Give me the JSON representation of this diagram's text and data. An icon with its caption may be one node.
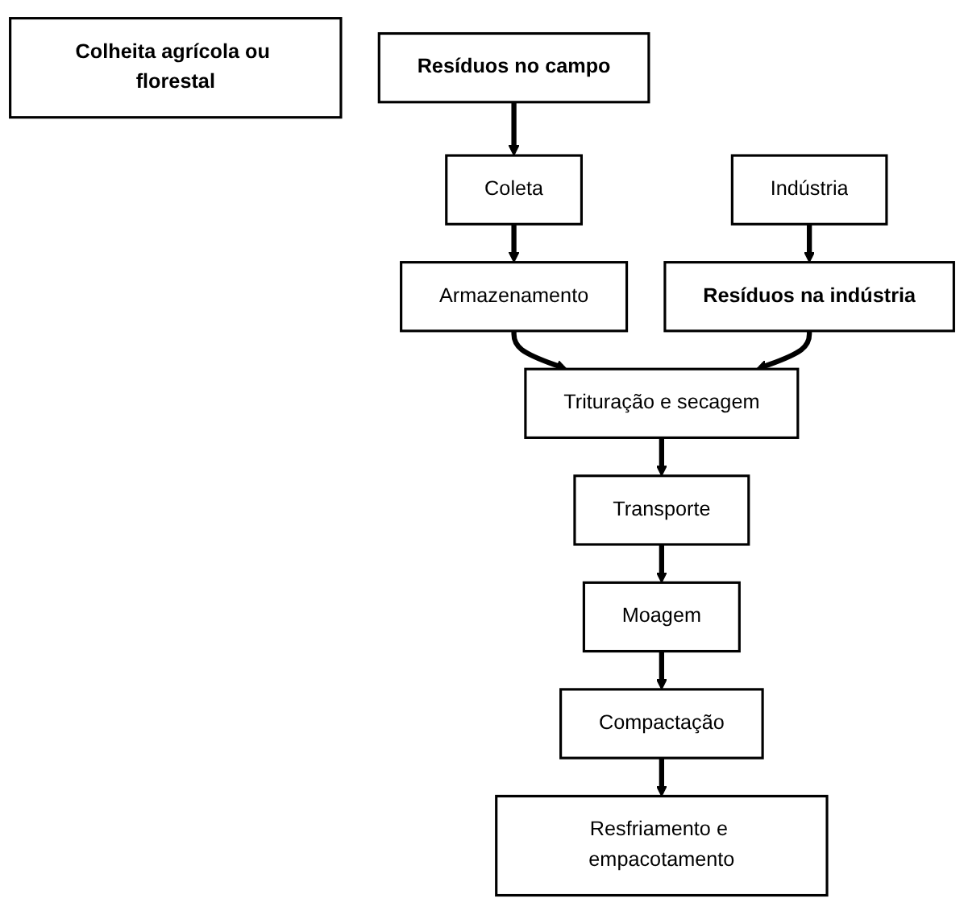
{
  "diagram": {
    "nodes": [
      {
        "text": [
          "Colheita agrícola ou florestal"
        ]
      },
      {
        "text": [
          "Resíduos no campo"
        ]
      },
      {
        "text": [
          "Indústria"
        ]
      },
      {
        "text": [
          "Coleta"
        ]
      },
      {
        "text": [
          "Resíduos na indústria"
        ]
      },
      {
        "text": [
          "Armazenamento"
        ]
      },
      {
        "text": [
          "Trituração e secagem"
        ]
      },
      {
        "text": [
          "Transporte"
        ]
      },
      {
        "text": [
          "Moagem"
        ]
      },
      {
        "text": [
          "Compactação"
        ]
      },
      {
        "text": [
          "Resfriamento e empacotamento"
        ]
      }
    ],
    "edges": [
      {
        "from": 1,
        "to": 3,
        "arrow": "to"
      },
      {
        "from": 3,
        "to": 5,
        "arrow": "to"
      },
      {
        "from": 5,
        "to": 6,
        "arrow": "to"
      },
      {
        "from": 2,
        "to": 4,
        "arrow": "to"
      },
      {
        "from": 4,
        "to": 6,
        "arrow": "to"
      },
      {
        "from": 6,
        "to": 7,
        "arrow": "to"
      },
      {
        "from": 7,
        "to": 8,
        "arrow": "to"
      },
      {
        "from": 8,
        "to": 9,
        "arrow": "to"
      },
      {
        "from": 9,
        "to": 10,
        "arrow": "to"
      }
    ]
  }
}
